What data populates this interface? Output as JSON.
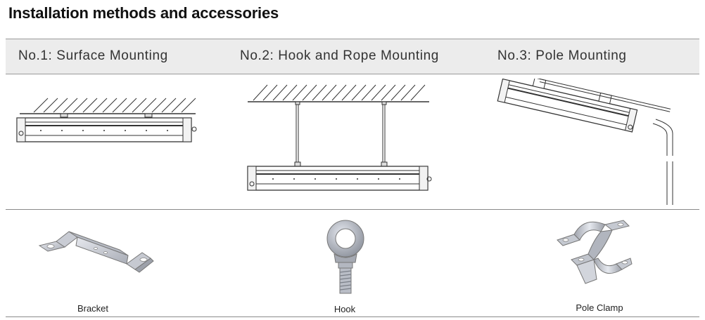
{
  "title": "Installation methods and accessories",
  "methods": [
    {
      "label": "No.1: Surface Mounting"
    },
    {
      "label": "No.2: Hook and Rope Mounting"
    },
    {
      "label": "No.3: Pole Mounting"
    }
  ],
  "accessories": [
    {
      "label": "Bracket"
    },
    {
      "label": "Hook"
    },
    {
      "label": "Pole Clamp"
    }
  ]
}
